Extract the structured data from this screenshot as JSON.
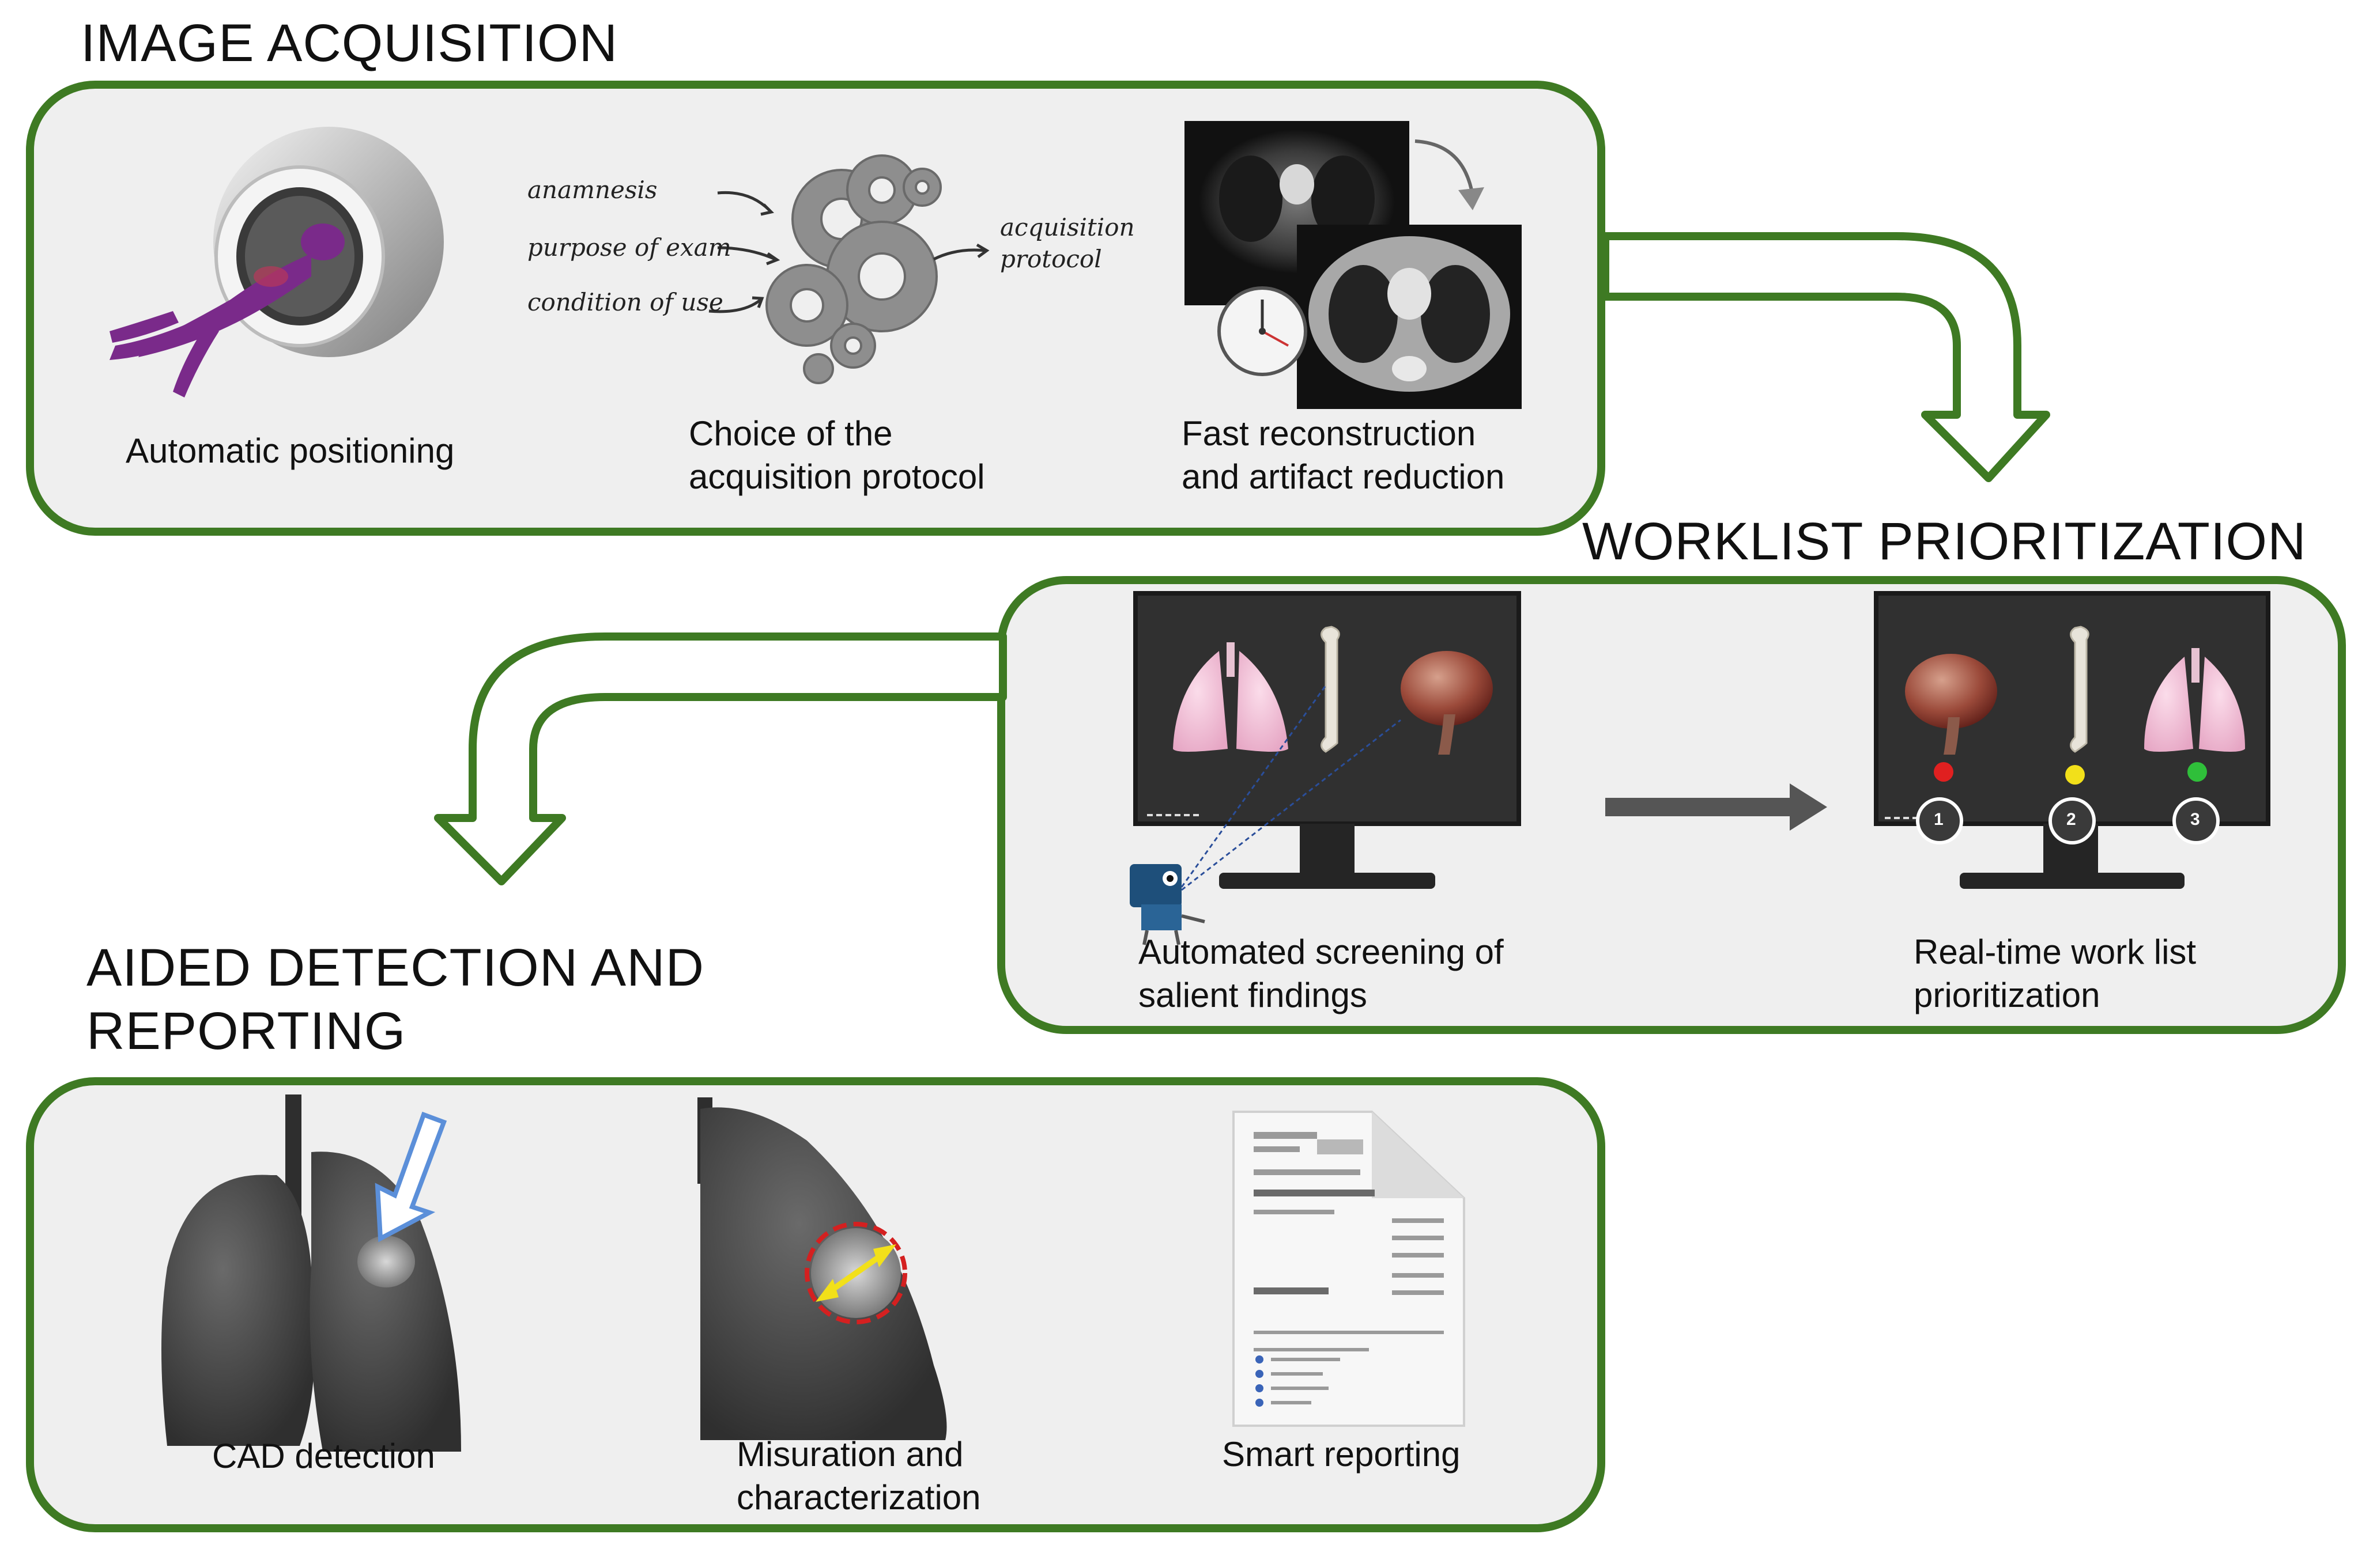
{
  "sections": {
    "acquisition": {
      "title": "IMAGE ACQUISITION",
      "items": [
        {
          "caption": "Automatic positioning"
        },
        {
          "caption": "Choice of the\nacquisition protocol"
        },
        {
          "caption": "Fast reconstruction\nand artifact reduction"
        }
      ],
      "protocol_inputs": [
        "anamnesis",
        "purpose of exam",
        "condition of use"
      ],
      "protocol_output": "acquisition\nprotocol"
    },
    "worklist": {
      "title": "WORKLIST PRIORITIZATION",
      "items": [
        {
          "caption": "Automated screening of\nsalient findings"
        },
        {
          "caption": "Real-time work list\nprioritization"
        }
      ],
      "priority_numbers": [
        "1",
        "2",
        "3"
      ],
      "priority_colors": [
        "#e02020",
        "#f2e01a",
        "#2fbf3a"
      ]
    },
    "reporting": {
      "title": "AIDED DETECTION AND\nREPORTING",
      "items": [
        {
          "caption": "CAD detection"
        },
        {
          "caption": "Misuration and\ncharacterization"
        },
        {
          "caption": "Smart reporting"
        }
      ]
    }
  },
  "colors": {
    "border": "#3e7a23",
    "panel_bg": "#efefef",
    "figure_bg": "#ffffff"
  },
  "icons": [
    "ct-scanner-icon",
    "gears-icon",
    "ct-slices-icon",
    "clock-icon",
    "monitor-icon",
    "lungs-icon",
    "bone-icon",
    "brain-icon",
    "robot-icon",
    "lung-icon",
    "report-document-icon"
  ]
}
